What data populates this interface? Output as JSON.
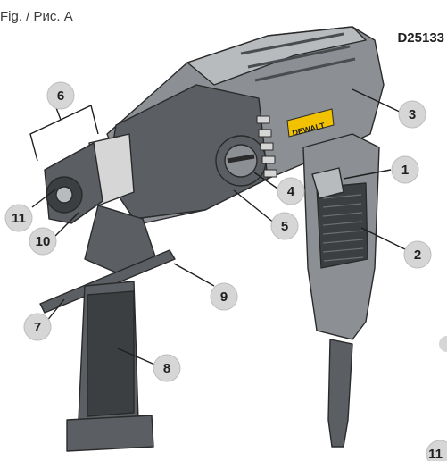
{
  "figure": {
    "title": "Fig. / Рис. A",
    "model": "D25133"
  },
  "brand_logo": "DEWALT",
  "callouts": [
    {
      "id": "1",
      "label": "1"
    },
    {
      "id": "2",
      "label": "2"
    },
    {
      "id": "3",
      "label": "3"
    },
    {
      "id": "4",
      "label": "4"
    },
    {
      "id": "5",
      "label": "5"
    },
    {
      "id": "6",
      "label": "6"
    },
    {
      "id": "7",
      "label": "7"
    },
    {
      "id": "8",
      "label": "8"
    },
    {
      "id": "9",
      "label": "9"
    },
    {
      "id": "10",
      "label": "10"
    },
    {
      "id": "11",
      "label": "11"
    },
    {
      "id": "11b",
      "label": "11"
    }
  ],
  "colors": {
    "body_dark": "#5b5f63",
    "body_mid": "#8c9094",
    "body_light": "#b8bbbe",
    "grip": "#3c3f42",
    "callout_fill": "#d6d6d6"
  }
}
